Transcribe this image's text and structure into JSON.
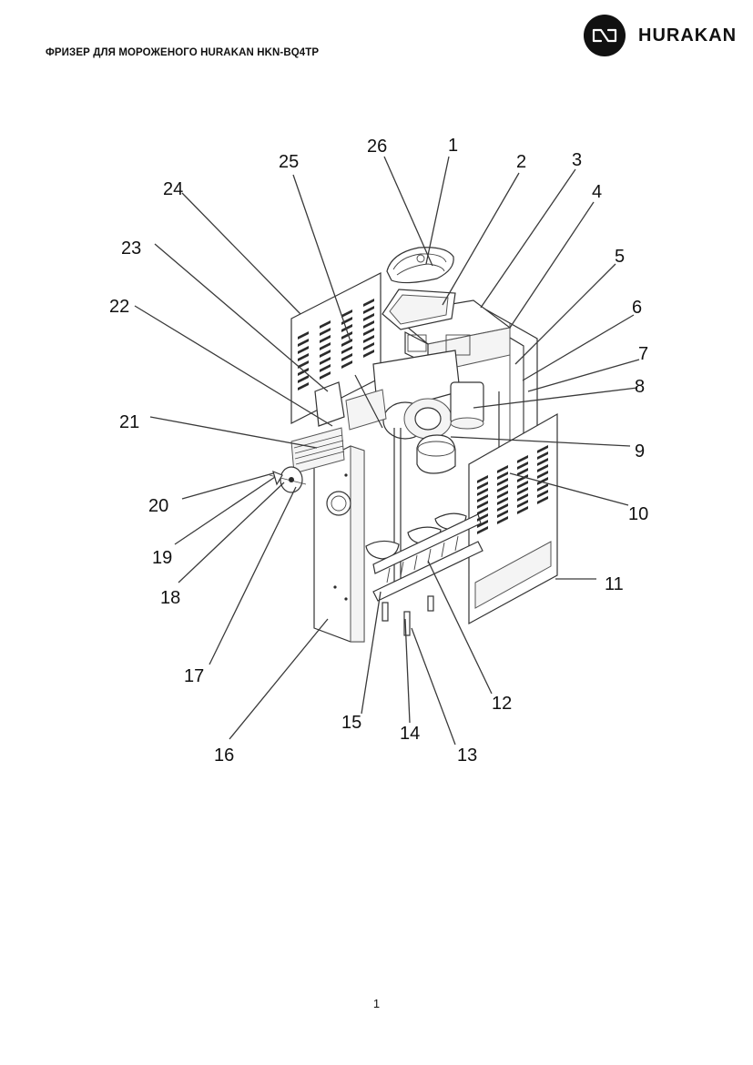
{
  "document": {
    "title": "ФРИЗЕР ДЛЯ МОРОЖЕНОГО HURAKAN HKN-BQ4TP",
    "brand": "HURAKAN",
    "page_number": "1"
  },
  "diagram": {
    "callouts": [
      "1",
      "2",
      "3",
      "4",
      "5",
      "6",
      "7",
      "8",
      "9",
      "10",
      "11",
      "12",
      "13",
      "14",
      "15",
      "16",
      "17",
      "18",
      "19",
      "20",
      "21",
      "22",
      "23",
      "24",
      "25",
      "26"
    ]
  },
  "colors": {
    "ink": "#111111",
    "background": "#ffffff"
  },
  "icons": {
    "logo": "hurakan-logo-icon"
  }
}
